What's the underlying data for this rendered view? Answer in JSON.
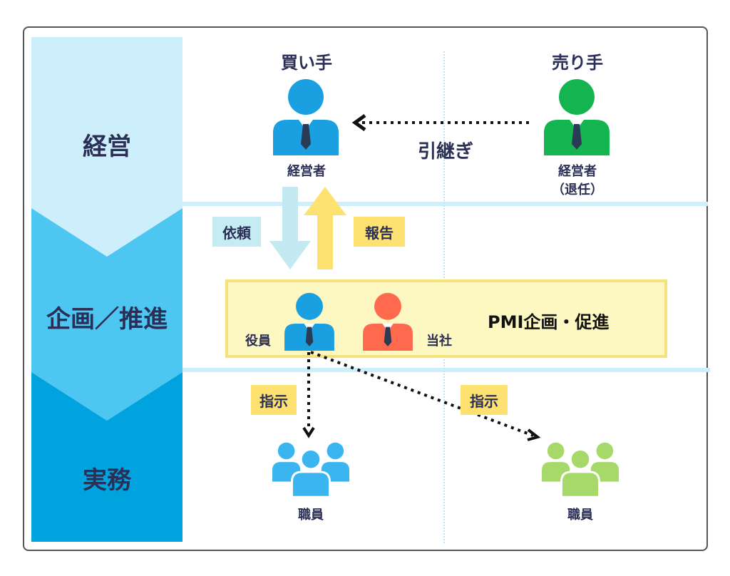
{
  "levels": {
    "management": "経営",
    "planning": "企画／推進",
    "operations": "実務"
  },
  "columns": {
    "buyer": "買い手",
    "seller": "売り手"
  },
  "people": {
    "buyer_executive": "経営者",
    "seller_executive": "経営者",
    "seller_executive_note": "（退任）",
    "officer": "役員",
    "our_company": "当社",
    "buyer_staff": "職員",
    "seller_staff": "職員"
  },
  "labels": {
    "handover": "引継ぎ",
    "request": "依頼",
    "report": "報告",
    "pmi": "PMI企画・促進",
    "instruct_left": "指示",
    "instruct_right": "指示"
  },
  "colors": {
    "level_top": "#cdeffb",
    "level_mid": "#4dc6f2",
    "level_bottom": "#00a3de",
    "buyer_person": "#1aa0e0",
    "seller_person": "#14b550",
    "company_person": "#ff6a4f",
    "buyer_staff": "#3ab5ef",
    "seller_staff": "#a6d96a",
    "request_arrow": "#c4eaf1",
    "report_arrow": "#fde272",
    "tag_blue": "#c6ecf3",
    "tag_yellow": "#fde272",
    "pmi_fill": "#fdf7c2"
  },
  "icons": [
    "person-icon",
    "group-icon",
    "arrow-up-icon",
    "arrow-down-icon",
    "dotted-arrow-icon"
  ]
}
